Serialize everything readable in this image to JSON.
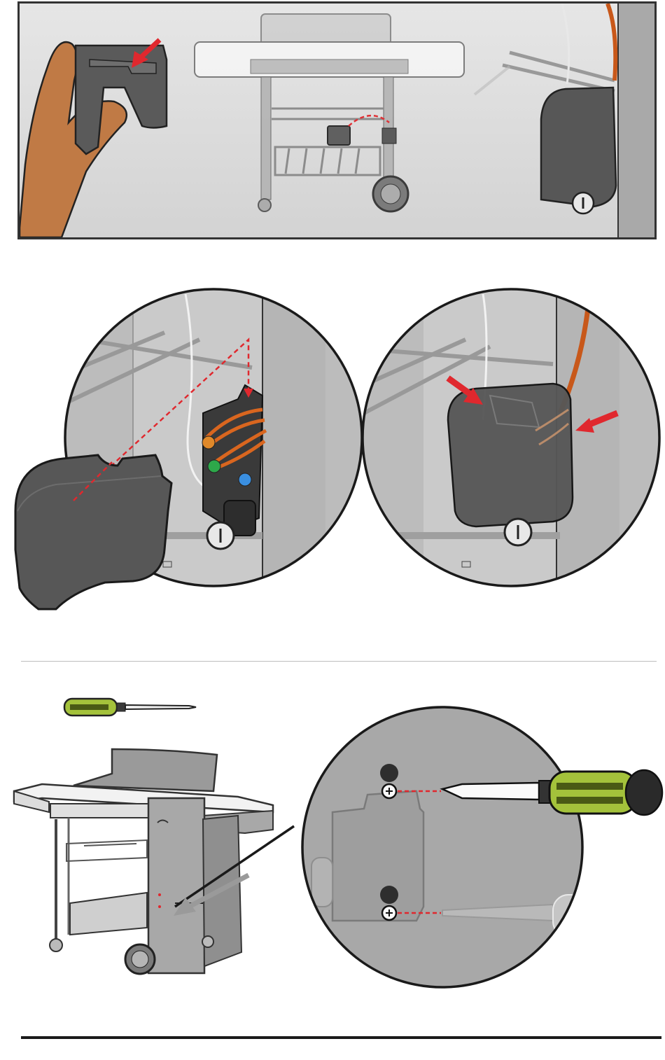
{
  "document": {
    "type": "assembly-instructions",
    "steps": [
      {
        "name": "install-ignition-cover",
        "panels": [
          "hand-holding-cover",
          "grill-overview",
          "cover-installed"
        ]
      },
      {
        "name": "connect-ignition-module",
        "panels": [
          "cover-alignment",
          "cover-pressed-on"
        ]
      },
      {
        "name": "mount-module-with-screws",
        "tools": [
          "phillips-screwdriver"
        ],
        "fasteners": 2
      }
    ]
  },
  "colors": {
    "accent_red": "#e0282e",
    "module_dark": "#575757",
    "panel_gray": "#a8a8a8",
    "wire_orange": "#d9661f",
    "screwdriver_green": "#a4c23b"
  },
  "icons": [
    "hand-icon",
    "ignition-cover-icon",
    "grill-icon",
    "ignition-module-icon",
    "red-arrow-icon",
    "screwdriver-icon",
    "screw-icon",
    "ignition-knob-icon"
  ]
}
